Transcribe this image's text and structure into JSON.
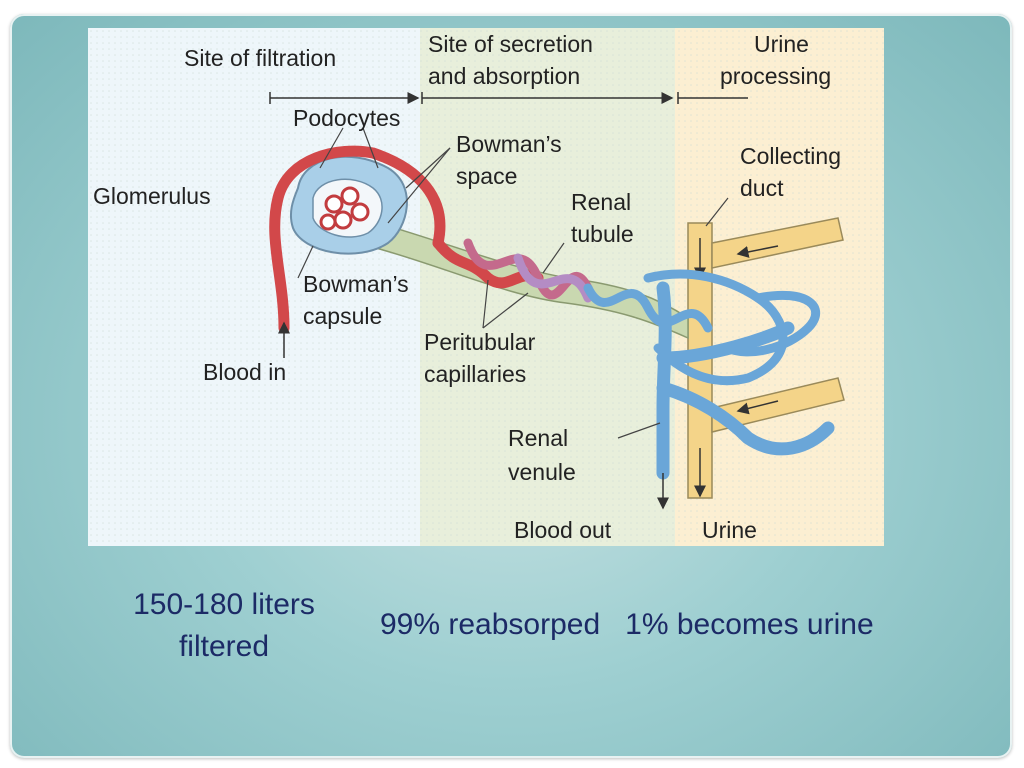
{
  "diagram": {
    "zones": {
      "filtration": "Site of filtration",
      "secretion_line1": "Site of secretion",
      "secretion_line2": "and absorption",
      "urine_line1": "Urine",
      "urine_line2": "processing"
    },
    "labels": {
      "podocytes": "Podocytes",
      "bowmans_space_line1": "Bowman’s",
      "bowmans_space_line2": "space",
      "glomerulus": "Glomerulus",
      "renal_tubule_line1": "Renal",
      "renal_tubule_line2": "tubule",
      "collecting_duct_line1": "Collecting",
      "collecting_duct_line2": "duct",
      "bowmans_capsule_line1": "Bowman’s",
      "bowmans_capsule_line2": "capsule",
      "peritubular_line1": "Peritubular",
      "peritubular_line2": "capillaries",
      "blood_in": "Blood in",
      "renal_venule_line1": "Renal",
      "renal_venule_line2": "venule",
      "blood_out": "Blood out",
      "urine": "Urine"
    },
    "colors": {
      "filtration_zone": "#eef6fa",
      "secretion_zone": "#e8efdb",
      "urine_zone": "#fcefd2",
      "artery": "#d2484a",
      "vein": "#6aa6d8",
      "capsule_fluid": "#a9cfe8",
      "tubule": "#c9d8b0",
      "duct": "#f4d489"
    }
  },
  "captions": {
    "filtered": "150-180 liters filtered",
    "reabsorbed_urine": "99% reabsorped   1% becomes urine"
  }
}
